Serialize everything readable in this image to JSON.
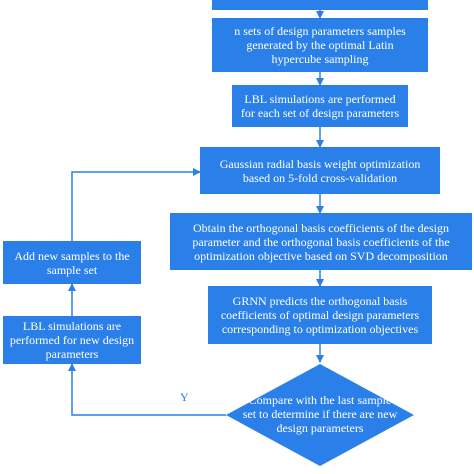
{
  "nodes": {
    "top_partial": "",
    "sampling": "n sets of design parameters samples\ngenerated by the optimal Latin\nhypercube sampling",
    "lbl_each": "LBL simulations are performed\nfor each set of design parameters",
    "gaussian": "Gaussian radial basis weight optimization\nbased on 5-fold cross-validation",
    "svd": "Obtain the orthogonal basis coefficients of the design\nparameter and the orthogonal basis coefficients of the\noptimization objective based on SVD decomposition",
    "grnn": "GRNN predicts the orthogonal basis\ncoefficients of optimal design parameters\ncorresponding to optimization objectives",
    "compare": "Compare with the last sample\nset to determine if there are new\ndesign parameters",
    "add_samples": "Add  new samples to the\nsample set",
    "lbl_new": "LBL simulations are\nperformed for new design\nparameters"
  },
  "labels": {
    "yes": "Y"
  },
  "colors": {
    "box": "#2a80e8",
    "arrow": "#2a80e8"
  }
}
